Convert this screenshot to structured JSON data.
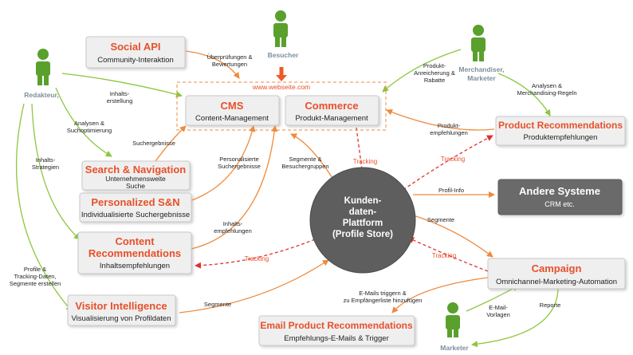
{
  "website": {
    "label": "www.webseite.com"
  },
  "boxes": {
    "social_api": {
      "title": "Social API",
      "subtitle": "Community-Interaktion"
    },
    "cms": {
      "title": "CMS",
      "subtitle": "Content-Management"
    },
    "commerce": {
      "title": "Commerce",
      "subtitle": "Produkt-Management"
    },
    "search_nav": {
      "title": "Search & Navigation",
      "subtitle_1": "Unternehmensweite",
      "subtitle_2": "Suche"
    },
    "personalized_sn": {
      "title": "Personalized S&N",
      "subtitle": "Individualisierte Suchergebnisse"
    },
    "content_rec": {
      "title_1": "Content",
      "title_2": "Recommendations",
      "subtitle": "Inhaltsempfehlungen"
    },
    "visitor_intel": {
      "title": "Visitor Intelligence",
      "subtitle": "Visualisierung von Profildaten"
    },
    "email_rec": {
      "title": "Email Product Recommendations",
      "subtitle": "Empfehlungs-E-Mails & Trigger"
    },
    "product_rec": {
      "title": "Product Recommendations",
      "subtitle": "Produktempfehlungen"
    },
    "other_systems": {
      "title": "Andere Systeme",
      "subtitle": "CRM etc."
    },
    "campaign": {
      "title": "Campaign",
      "subtitle": "Omnichannel-Marketing-Automation"
    }
  },
  "hub": {
    "line_1": "Kunden-",
    "line_2": "daten-",
    "line_3": "Plattform",
    "line_4": "(Profile Store)"
  },
  "actors": {
    "besucher": "Besucher",
    "redakteur": "Redakteur,",
    "merchandiser_1": "Merchandiser,",
    "merchandiser_2": "Marketer",
    "marketer": "Marketer"
  },
  "labels": {
    "bewertungen_1": "Überprüfungen &",
    "bewertungen_2": "Bewertungen",
    "inhalts_1": "Inhalts-",
    "inhalts_2": "erstellung",
    "analysen_such_1": "Analysen &",
    "analysen_such_2": "Suchoptimierung",
    "suchergebnisse": "Suchergebnisse",
    "strategien_1": "Inhalts-",
    "strategien_2": "Strategien",
    "pers_such_1": "Personalisierte",
    "pers_such_2": "Suchergebnisse",
    "inhaltsempf_1": "Inhalts-",
    "inhaltsempf_2": "empfehlungen",
    "segmente_besucher_1": "Segmente &",
    "segmente_besucher_2": "Besuchergruppen",
    "produkt_anr_1": "Produkt-",
    "produkt_anr_2": "Anreicherung &",
    "produkt_anr_3": "Rabatte",
    "analysen_merch_1": "Analysen &",
    "analysen_merch_2": "Merchandising-Regeln",
    "produktempf_1": "Produkt-",
    "produktempf_2": "empfehlungen",
    "profil_info": "Profil-Info",
    "segmente_campaign": "Segmente",
    "profile_1": "Profile &",
    "profile_2": "Tracking-Daten,",
    "profile_3": "Segmente erstellen",
    "segmente_visitor": "Segmente",
    "emails_1": "E-Mails triggern &",
    "emails_2": "zu Empfängerliste hinzufügen",
    "email_vorlagen_1": "E-Mail-",
    "email_vorlagen_2": "Vorlagen",
    "reporte": "Reporte",
    "tracking": "Tracking"
  },
  "colors": {
    "accent": "#e8502a",
    "green": "#8cc63f",
    "box_fill": "#efefef",
    "box_stroke": "#c8c8c8",
    "dark": "#666666",
    "actor": "#5aa02c"
  }
}
